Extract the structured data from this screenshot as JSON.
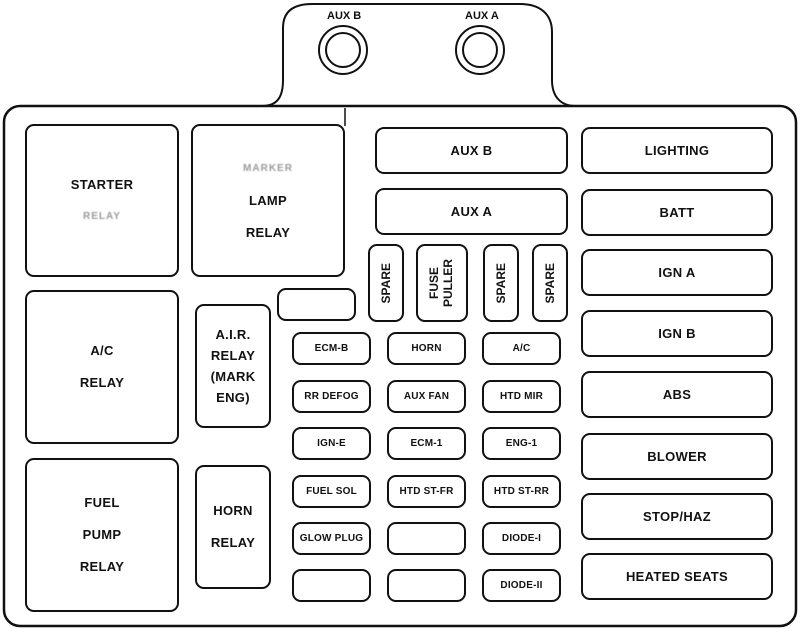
{
  "top_connectors": [
    "AUX B",
    "AUX A"
  ],
  "relays": {
    "starter": [
      "STARTER",
      "RELAY",
      ""
    ],
    "marker": [
      "MARKER",
      "LAMP",
      "RELAY"
    ],
    "ac": [
      "A/C",
      "RELAY"
    ],
    "fuel_pump": [
      "FUEL",
      "PUMP",
      "RELAY"
    ],
    "air": [
      "A.I.R.",
      "RELAY",
      "(MARK",
      "ENG)"
    ],
    "horn": [
      "HORN",
      "RELAY"
    ]
  },
  "vertical_fuses": [
    "SPARE",
    "FUSE PULLER",
    "SPARE",
    "SPARE"
  ],
  "top_wide": [
    "AUX B",
    "AUX A"
  ],
  "small_fuses": [
    "ECM-B",
    "HORN",
    "A/C",
    "RR DEFOG",
    "AUX FAN",
    "HTD MIR",
    "IGN-E",
    "ECM-1",
    "ENG-1",
    "FUEL SOL",
    "HTD ST-FR",
    "HTD ST-RR",
    "GLOW PLUG",
    "",
    "DIODE-I",
    "",
    "",
    "DIODE-II"
  ],
  "right_column": [
    "LIGHTING",
    "BATT",
    "IGN A",
    "IGN B",
    "ABS",
    "BLOWER",
    "STOP/HAZ",
    "HEATED SEATS"
  ]
}
